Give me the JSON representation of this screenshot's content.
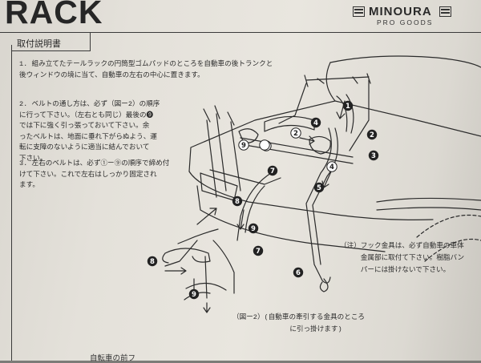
{
  "header": {
    "title_fragment": "RACK",
    "brand": {
      "name": "MINOURA",
      "tagline": "PRO GOODS"
    }
  },
  "section_title": "取付説明書",
  "instructions": [
    {
      "num": "1.",
      "text": "組み立てたテールラックの円筒型ゴムパッドのところを自動車の後トランクと\n後ウィンドウの境に当て、自動車の左右の中心に置きます。"
    },
    {
      "num": "2.",
      "text": "ベルトの通し方は、必ず（図ー2）の順序\nに行って下さい。（左右とも同じ）最後の❾\nでは下に強く引っ張っておいて下さい。余\nったベルトは、地面に垂れ下がらぬよう、運\n転に支障のないように適当に結んでおいて\n下さい。"
    },
    {
      "num": "3.",
      "text": "左右のベルトは、必ず①ー⑨の順序で締め付\nけて下さい。これで左右はしっかり固定され\nます。"
    }
  ],
  "diagram": {
    "step_labels": [
      "1",
      "2",
      "3",
      "4",
      "5",
      "6",
      "7",
      "8",
      "9"
    ]
  },
  "notes": {
    "hook_note": "（注）フック金具は、必ず自動車の車体\n　　　金属部に取付て下さい。樹脂バン\n　　　パーには掛けないで下さい。",
    "figure_caption": "（図ー2）(自動車の牽引する金具のところ\n　　　　　に引っ掛けます)"
  },
  "footer_fragment": "自転車の前フ"
}
